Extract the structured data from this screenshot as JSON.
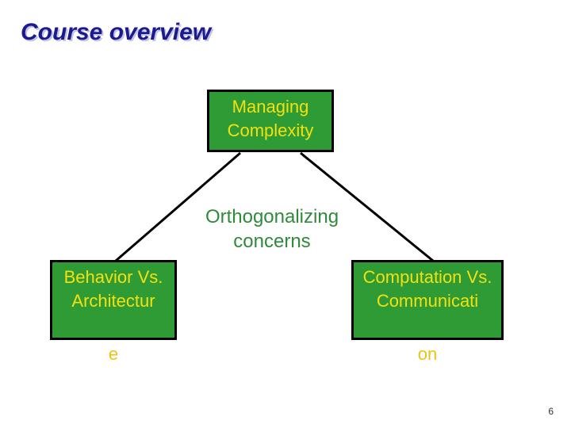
{
  "slide": {
    "title": "Course overview",
    "page_number": "6",
    "background_color": "#ffffff",
    "title_color": "#1b1b8f",
    "title_shadow_color": "#c3c3e2"
  },
  "theme": {
    "box_fill": "#2f9b35",
    "box_border": "#000000",
    "box_text": "#f2e010",
    "caption_text": "#2f8b3a",
    "connector": "#000000"
  },
  "diagram": {
    "type": "hierarchy",
    "root": {
      "name": "managing-complexity",
      "label": "Managing Complexity",
      "line1": "Managing",
      "line2": "Complexity"
    },
    "caption": {
      "name": "orthogonalizing-concerns",
      "label": "Orthogonalizing concerns",
      "line1": "Orthogonalizing",
      "line2": "concerns"
    },
    "children": [
      {
        "name": "behavior-vs-architecture",
        "label": "Behavior Vs. Architecture",
        "visible_text": "Behavior Vs. Architectur",
        "overflow_text": "e"
      },
      {
        "name": "computation-vs-communication",
        "label": "Computation Vs. Communication",
        "visible_text": "Computation Vs. Communicati",
        "overflow_text": "on"
      }
    ],
    "connectors": [
      {
        "from": "managing-complexity",
        "to": "behavior-vs-architecture"
      },
      {
        "from": "managing-complexity",
        "to": "computation-vs-communication"
      }
    ]
  }
}
